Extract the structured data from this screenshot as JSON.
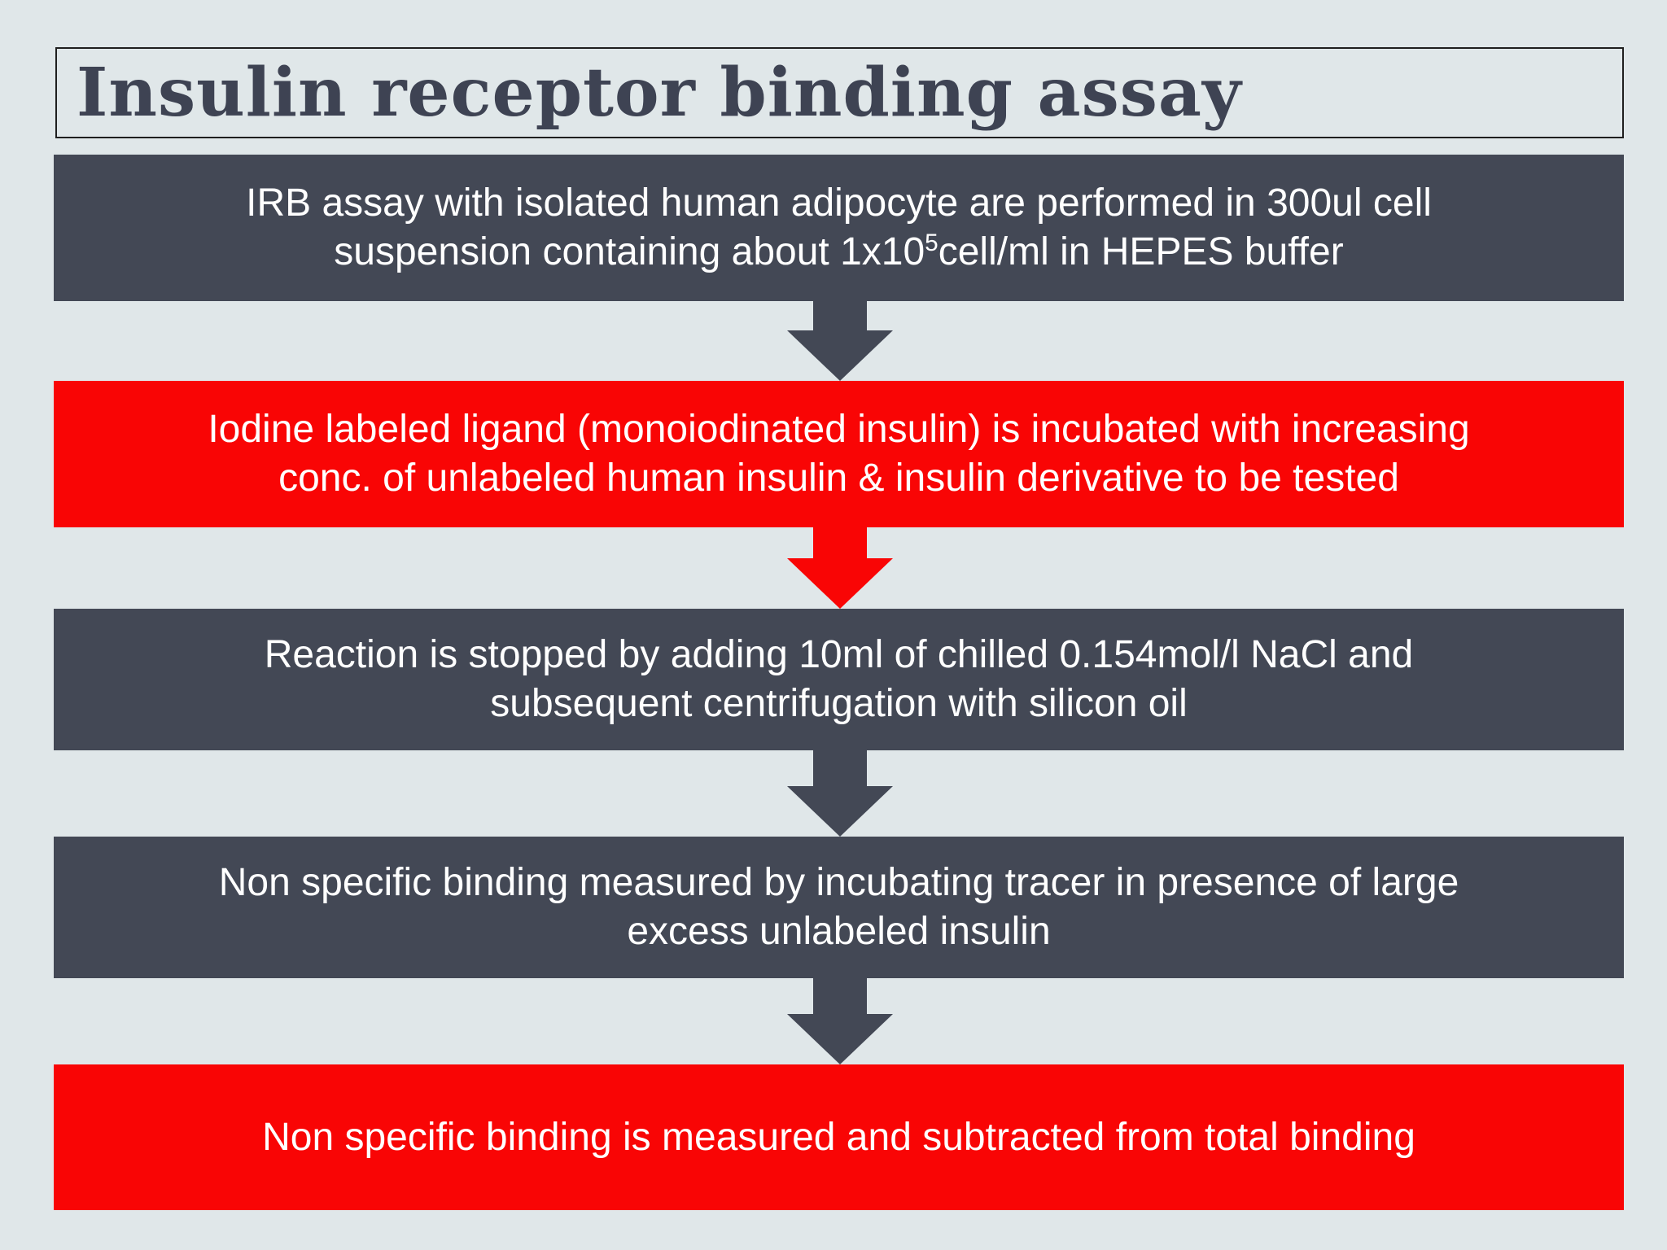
{
  "title": {
    "text": "Insulin receptor binding assay"
  },
  "steps": [
    {
      "style": "dark",
      "lines": [
        {
          "text": "IRB assay with isolated human adipocyte are performed in 300ul cell"
        },
        {
          "pre": "suspension containing about 1x10",
          "sup": "5",
          "post": "cell/ml in HEPES buffer"
        }
      ]
    },
    {
      "style": "red",
      "lines": [
        {
          "text": "Iodine labeled ligand (monoiodinated insulin) is incubated with increasing"
        },
        {
          "text": "conc. of unlabeled human insulin & insulin derivative to be tested"
        }
      ]
    },
    {
      "style": "dark",
      "lines": [
        {
          "text": "Reaction is stopped by adding 10ml of chilled 0.154mol/l NaCl and"
        },
        {
          "text": "subsequent centrifugation with silicon oil"
        }
      ]
    },
    {
      "style": "dark",
      "lines": [
        {
          "text": "Non specific binding measured by incubating tracer in presence of large"
        },
        {
          "text": "excess unlabeled insulin"
        }
      ]
    },
    {
      "style": "red",
      "lines": [
        {
          "text": "Non specific binding is measured and subtracted from total binding"
        }
      ]
    }
  ],
  "arrows": [
    {
      "color_name": "dark"
    },
    {
      "color_name": "red"
    },
    {
      "color_name": "dark"
    },
    {
      "color_name": "dark"
    }
  ],
  "colors": {
    "dark_box": "#434855",
    "red_box": "#f90505",
    "box_text": "#ffffff",
    "title_text": "#3e4353",
    "background": "#e0e7e9",
    "title_border": "#1f1f1f"
  }
}
